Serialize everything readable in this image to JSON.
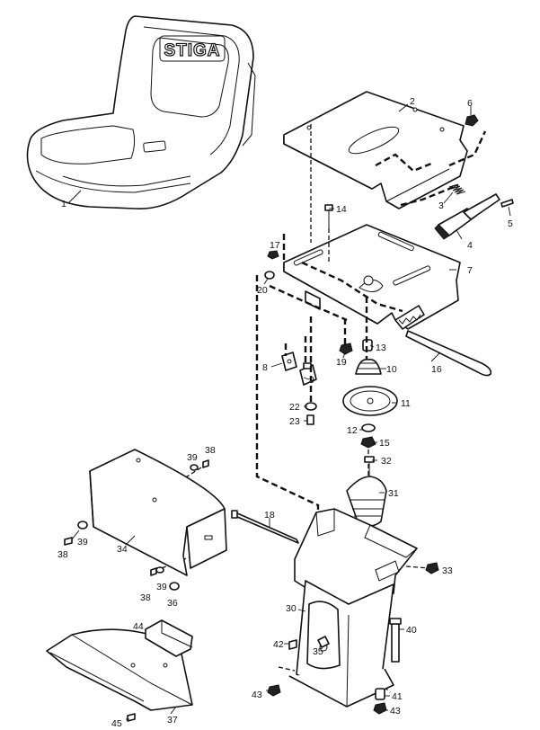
{
  "seat_logo": "STIGA",
  "part_labels": [
    "1",
    "2",
    "3",
    "4",
    "5",
    "6",
    "7",
    "8",
    "9",
    "10",
    "11",
    "12",
    "13",
    "14",
    "15",
    "16",
    "17",
    "18",
    "19",
    "20",
    "22",
    "23",
    "30",
    "31",
    "32",
    "33",
    "34",
    "35",
    "36",
    "37",
    "38",
    "38",
    "38",
    "39",
    "39",
    "39",
    "40",
    "41",
    "42",
    "43",
    "43",
    "44",
    "45"
  ]
}
